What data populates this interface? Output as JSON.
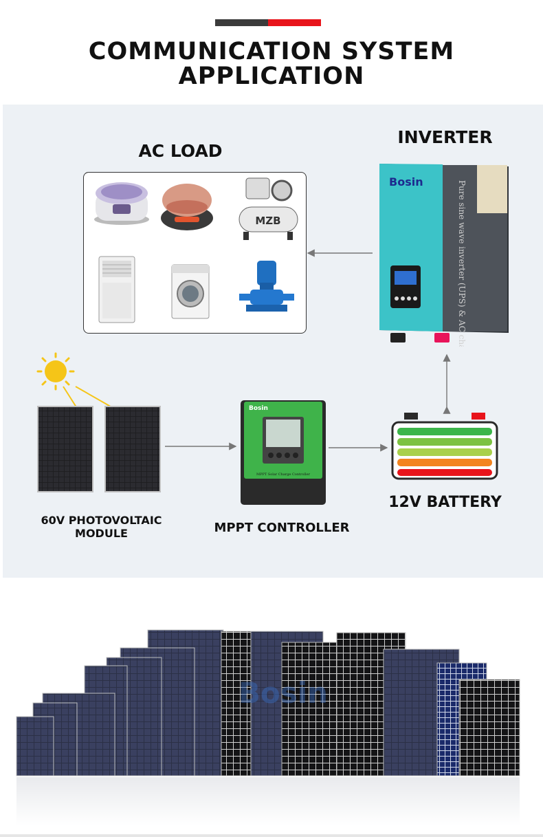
{
  "header": {
    "title_line1": "COMMUNICATION SYSTEM",
    "title_line2": "APPLICATION"
  },
  "labels": {
    "ac_load": "AC LOAD",
    "inverter": "INVERTER",
    "pv_module_line1": "60V PHOTOVOLTAIC",
    "pv_module_line2": "MODULE",
    "mppt_controller": "MPPT CONTROLLER",
    "battery": "12V BATTERY"
  },
  "colors": {
    "accent_red": "#e8141b",
    "accent_dark": "#3b3b3b",
    "diagram_bg": "#edf1f5",
    "sun": "#f5c518",
    "inverter_teal": "#3cc3c8",
    "controller_green": "#3fb34a",
    "battery_bars": [
      "#3cb54a",
      "#7cc242",
      "#a9d04b",
      "#f3841f",
      "#e8141b"
    ]
  },
  "ac_load_items": [
    "rice-cooker-icon",
    "electric-griddle-icon",
    "air-compressor-icon",
    "air-conditioner-icon",
    "washing-machine-icon",
    "water-pump-icon"
  ],
  "device_text": {
    "inverter_brand": "Bosin",
    "inverter_side": "Pure sine wave inverter (UPS) & AC charger",
    "compressor_brand": "MZB",
    "controller_brand": "Bosin",
    "controller_caption": "MPPT Solar Charge Controller",
    "gallery_watermark": "Bosin"
  }
}
